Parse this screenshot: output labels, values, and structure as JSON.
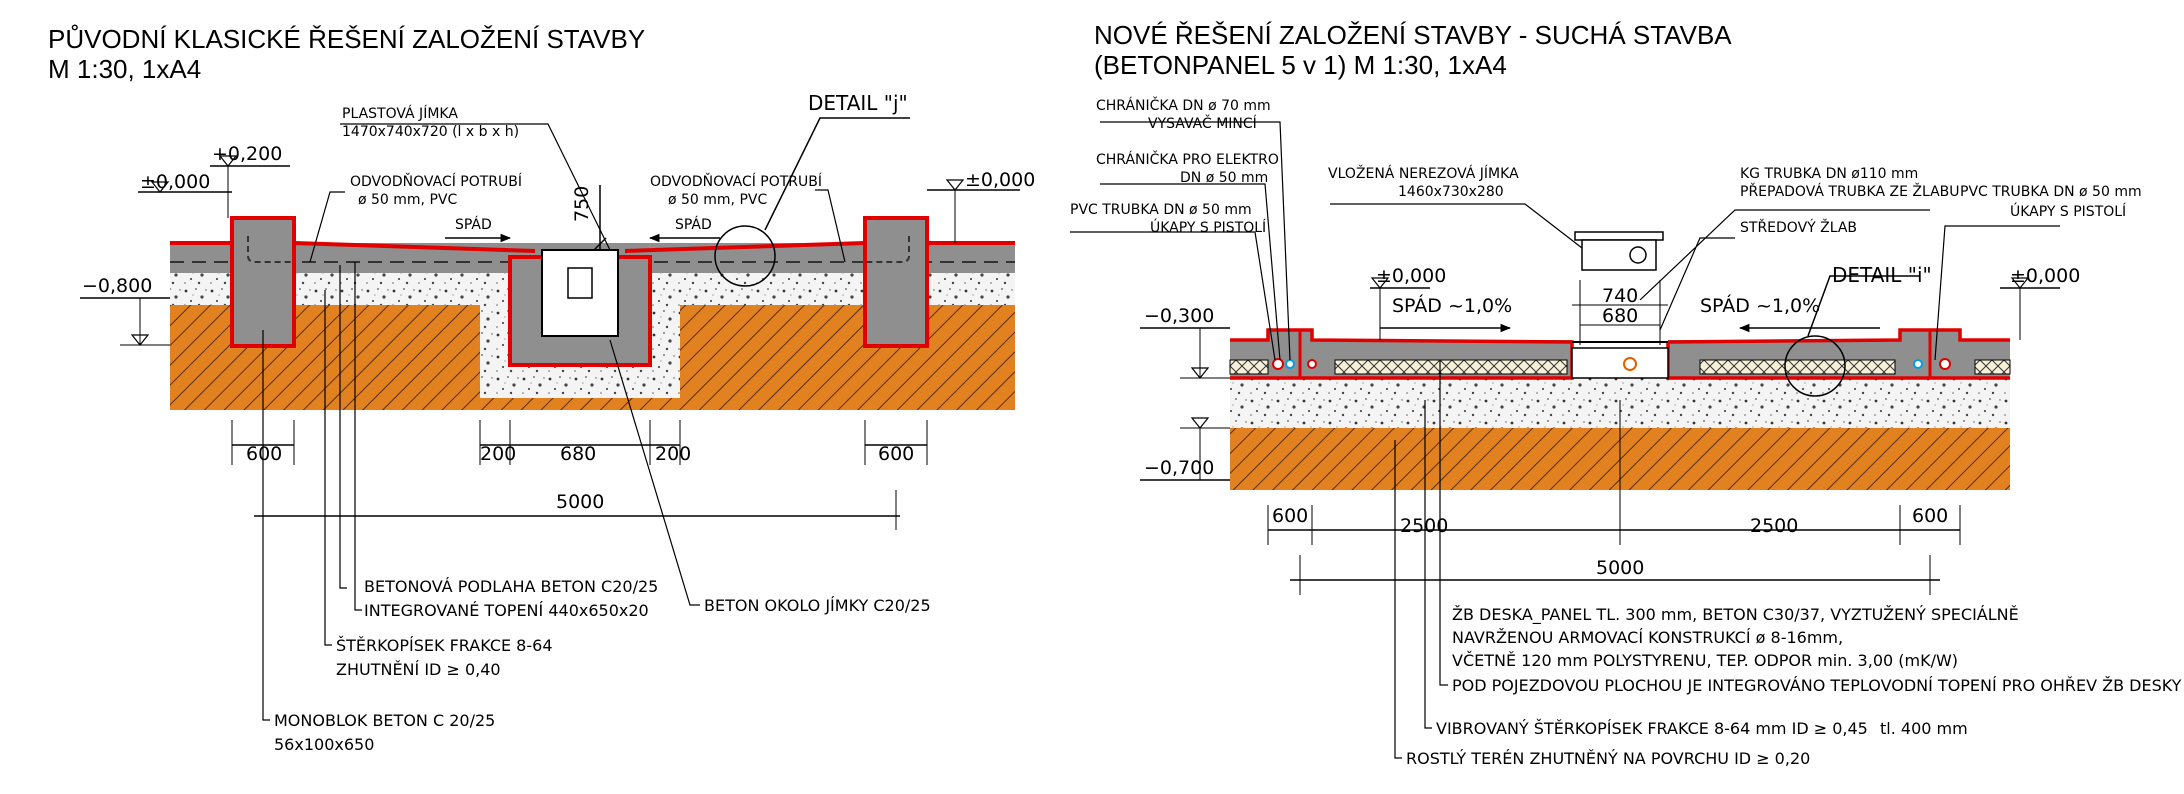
{
  "left": {
    "title_line1": "PŮVODNÍ KLASICKÉ ŘEŠENÍ ZALOŽENÍ STAVBY",
    "title_line2": "M 1:30, 1xA4",
    "labels": {
      "jimka_1": "PLASTOVÁ JÍMKA",
      "jimka_2": "1470x740x720 (l x b x h)",
      "detail": "DETAIL \"j\"",
      "odv_left_1": "ODVODŇOVACÍ POTRUBÍ",
      "odv_left_2": "ø 50 mm, PVC",
      "odv_right_1": "ODVODŇOVACÍ POTRUBÍ",
      "odv_right_2": "ø 50 mm, PVC",
      "spad_left": "SPÁD",
      "spad_right": "SPÁD",
      "h750": "750",
      "plus0200": "+0,200",
      "pm000_left": "±0,000",
      "pm000_right": "±0,000",
      "minus0800": "−0,800",
      "podlaha": "BETONOVÁ PODLAHA BETON C20/25",
      "topeni": "INTEGROVANÉ TOPENÍ 440x650x20",
      "sterk_1": "ŠTĚRKOPÍSEK FRAKCE 8-64",
      "sterk_2": "ZHUTNĚNÍ ID ≥ 0,40",
      "okolo": "BETON OKOLO JÍMKY C20/25",
      "monoblok_1": "MONOBLOK BETON C 20/25",
      "monoblok_2": "56x100x650"
    },
    "dims": {
      "d600_left": "600",
      "d200_left": "200",
      "d680": "680",
      "d200_right": "200",
      "d600_right": "600",
      "d5000": "5000"
    }
  },
  "right": {
    "title_line1": "NOVÉ ŘEŠENÍ ZALOŽENÍ STAVBY - SUCHÁ STAVBA",
    "title_line2": "(BETONPANEL 5 v 1) M 1:30, 1xA4",
    "labels": {
      "chr70_1": "CHRÁNIČKA DN ø 70 mm",
      "chr70_2": "VYSAVAČ MINCÍ",
      "chrel_1": "CHRÁNIČKA PRO ELEKTRO",
      "chrel_2": "DN ø 50 mm",
      "pvc_left_1": "PVC TRUBKA DN ø 50 mm",
      "pvc_left_2": "ÚKAPY S PISTOLÍ",
      "jimka_1": "VLOŽENÁ NEREZOVÁ JÍMKA",
      "jimka_2": "1460x730x280",
      "kg_1": "KG TRUBKA DN ø110 mm",
      "kg_2": "PŘEPADOVÁ TRUBKA ZE ŽLABU",
      "stred": "STŘEDOVÝ ŽLAB",
      "pvc_right_1": "PVC TRUBKA DN ø 50 mm",
      "pvc_right_2": "ÚKAPY S PISTOLÍ",
      "detail": "DETAIL \"i\"",
      "pm000_left": "±0,000",
      "pm000_right": "±0,000",
      "minus0300": "−0,300",
      "minus0700": "−0,700",
      "spad_left": "SPÁD ~1,0%",
      "spad_right": "SPÁD ~1,0%",
      "zb_1": "ŽB DESKA_PANEL TL. 300 mm, BETON C30/37, VYZTUŽENÝ SPECIÁLNĚ",
      "zb_2": "NAVRŽENOU ARMOVACÍ KONSTRUKCÍ ø 8-16mm,",
      "zb_3": "VČETNĚ 120 mm POLYSTYRENU, TEP. ODPOR min. 3,00 (mK/W)",
      "zb_4": "POD POJEZDOVOU PLOCHOU JE INTEGROVÁNO TEPLOVODNÍ TOPENÍ PRO OHŘEV ŽB DESKY",
      "vibro": "VIBROVANÝ ŠTĚRKOPÍSEK FRAKCE 8-64 mm ID ≥ 0,45",
      "tl": "tl.  400 mm",
      "rostly": "ROSTLÝ TERÉN ZHUTNĚNÝ NA POVRCHU ID ≥ 0,20"
    },
    "dims": {
      "d740": "740",
      "d680": "680",
      "d600_left": "600",
      "d2500_left": "2500",
      "d2500_right": "2500",
      "d600_right": "600",
      "d5000": "5000"
    }
  }
}
